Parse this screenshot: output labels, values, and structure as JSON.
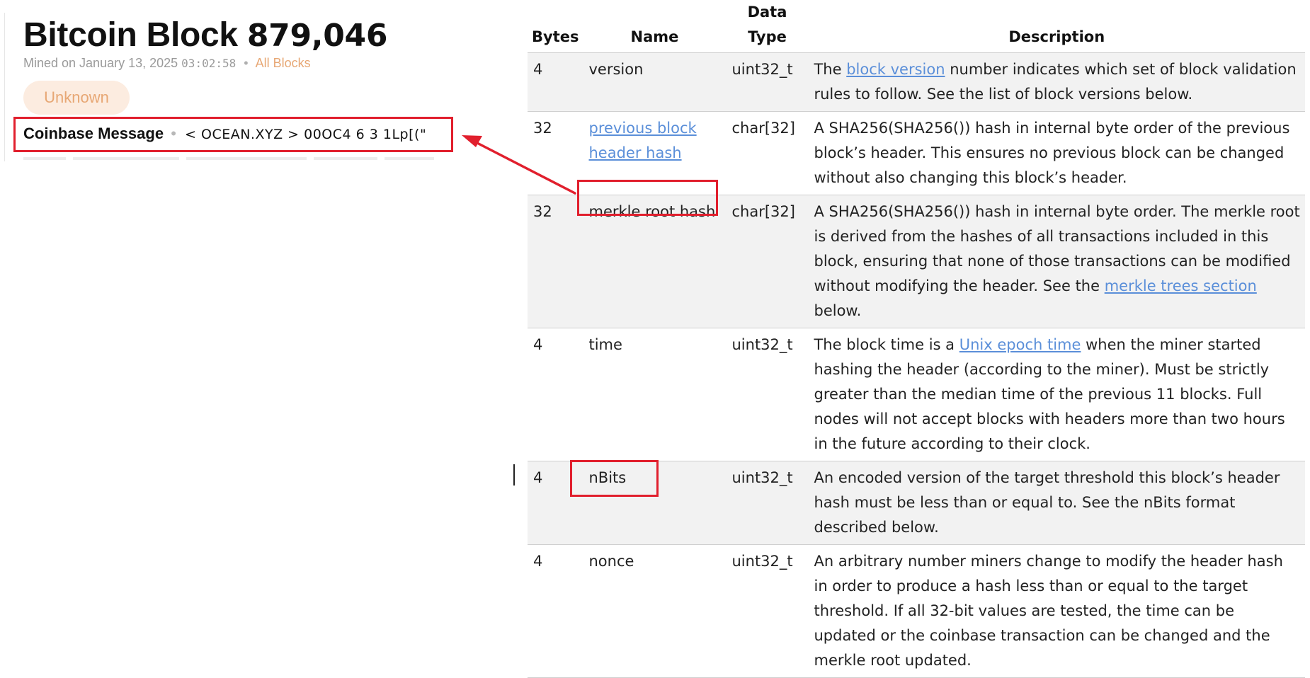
{
  "block": {
    "title_prefix": "Bitcoin Block",
    "number": "879,046",
    "mined_prefix": "Mined on January 13, 2025",
    "mined_time": "03:02:58",
    "separator": "•",
    "all_blocks_link": "All Blocks",
    "status": "Unknown",
    "coinbase_label": "Coinbase Message",
    "coinbase_separator": "•",
    "coinbase_value": "< OCEAN.XYZ >  00OC4 6  3 1Lp[(\""
  },
  "table": {
    "headers": {
      "bytes": "Bytes",
      "name": "Name",
      "type_line1": "Data",
      "type_line2": "Type",
      "description": "Description"
    },
    "rows": [
      {
        "bytes": "4",
        "name": "version",
        "type": "uint32_t",
        "desc_pre": "The ",
        "desc_link": "block version",
        "desc_post": " number indicates which set of block validation rules to follow. See the list of block versions below."
      },
      {
        "bytes": "32",
        "name_link": "previous block header hash",
        "type": "char[32]",
        "desc": "A SHA256(SHA256()) hash in internal byte order of the previous block’s header. This ensures no previous block can be changed without also changing this block’s header."
      },
      {
        "bytes": "32",
        "name": "merkle root hash",
        "type": "char[32]",
        "desc_pre": "A SHA256(SHA256()) hash in internal byte order. The merkle root is derived from the hashes of all transactions included in this block, ensuring that none of those transactions can be modified without modifying the header. See the ",
        "desc_link": "merkle trees section",
        "desc_post": " below."
      },
      {
        "bytes": "4",
        "name": "time",
        "type": "uint32_t",
        "desc_pre": "The block time is a ",
        "desc_link": "Unix epoch time",
        "desc_post": " when the miner started hashing the header (according to the miner). Must be strictly greater than the median time of the previous 11 blocks. Full nodes will not accept blocks with headers more than two hours in the future according to their clock."
      },
      {
        "bytes": "4",
        "name": "nBits",
        "type": "uint32_t",
        "desc": "An encoded version of the target threshold this block’s header hash must be less than or equal to. See the nBits format described below."
      },
      {
        "bytes": "4",
        "name": "nonce",
        "type": "uint32_t",
        "desc": "An arbitrary number miners change to modify the header hash in order to produce a hash less than or equal to the target threshold. If all 32-bit values are tested, the time can be updated or the coinbase transaction can be changed and the merkle root updated."
      }
    ]
  },
  "colors": {
    "accent_orange": "#e7a774",
    "badge_bg": "#fcece0",
    "highlight_red": "#e11f2d",
    "link_blue": "#5b8fd9",
    "row_shade": "#f2f2f2"
  },
  "icons": {
    "annotation_arrow": "arrow-left-icon"
  }
}
